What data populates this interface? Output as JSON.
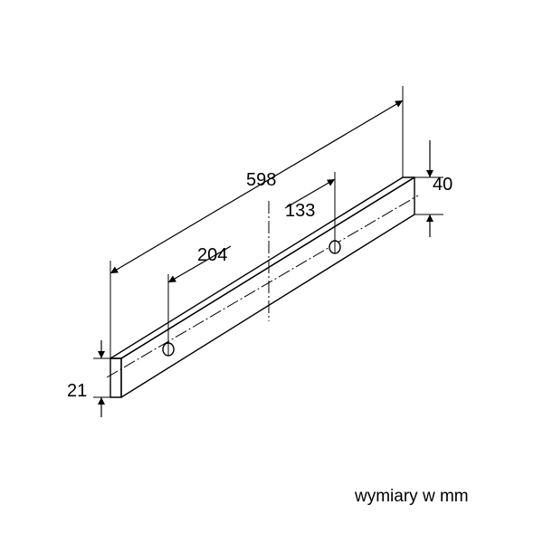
{
  "drawing": {
    "line_color": "#000000",
    "background": "#ffffff",
    "dimensions": {
      "length": "598",
      "height_right": "40",
      "height_left": "21",
      "hole_offset_left": "204",
      "hole_offset_right": "133"
    },
    "units_note": "wymiary w mm"
  }
}
